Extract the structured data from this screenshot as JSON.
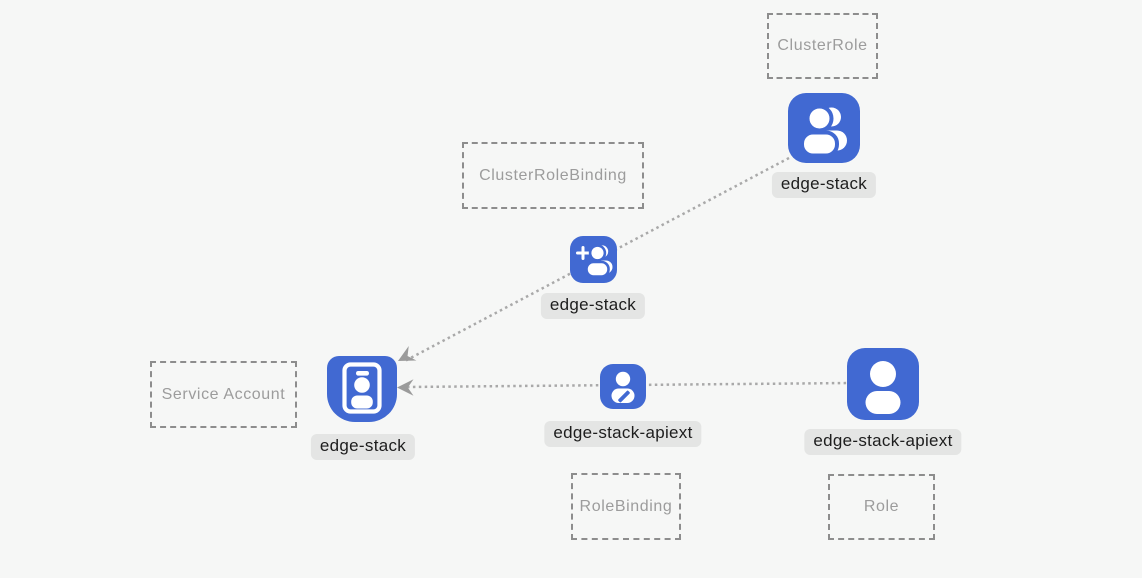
{
  "diagram": {
    "kind": "kubernetes-rbac-diagram",
    "colors": {
      "background": "#f6f7f6",
      "node_blue": "#4169d2",
      "node_glyph": "#ffffff",
      "label_bg": "#e4e5e4",
      "label_text": "#1d1d1d",
      "type_box_border": "#8d8d8d",
      "type_box_text": "#9c9c9c",
      "edge_line": "#a9a9a9",
      "arrowhead": "#9b9b9b"
    },
    "type_boxes": [
      {
        "id": "clusterrole",
        "label": "ClusterRole"
      },
      {
        "id": "clusterrolebinding",
        "label": "ClusterRoleBinding"
      },
      {
        "id": "serviceaccount",
        "label": "Service Account"
      },
      {
        "id": "rolebinding",
        "label": "RoleBinding"
      },
      {
        "id": "role",
        "label": "Role"
      }
    ],
    "nodes": [
      {
        "id": "clusterrole-node",
        "type": "ClusterRole",
        "icon": "users-icon",
        "label": "edge-stack"
      },
      {
        "id": "clusterrolebinding-node",
        "type": "ClusterRoleBinding",
        "icon": "user-plus-icon",
        "label": "edge-stack"
      },
      {
        "id": "serviceaccount-node",
        "type": "Service Account",
        "icon": "id-badge-icon",
        "label": "edge-stack"
      },
      {
        "id": "rolebinding-node",
        "type": "RoleBinding",
        "icon": "user-edit-icon",
        "label": "edge-stack-apiext"
      },
      {
        "id": "role-node",
        "type": "Role",
        "icon": "user-icon",
        "label": "edge-stack-apiext"
      }
    ],
    "edges": [
      {
        "from": "clusterrole-node",
        "via": "clusterrolebinding-node",
        "to": "serviceaccount-node",
        "style": "dotted",
        "arrowhead": "at-serviceaccount"
      },
      {
        "from": "role-node",
        "via": "rolebinding-node",
        "to": "serviceaccount-node",
        "style": "dotted",
        "arrowhead": "at-serviceaccount"
      }
    ]
  }
}
